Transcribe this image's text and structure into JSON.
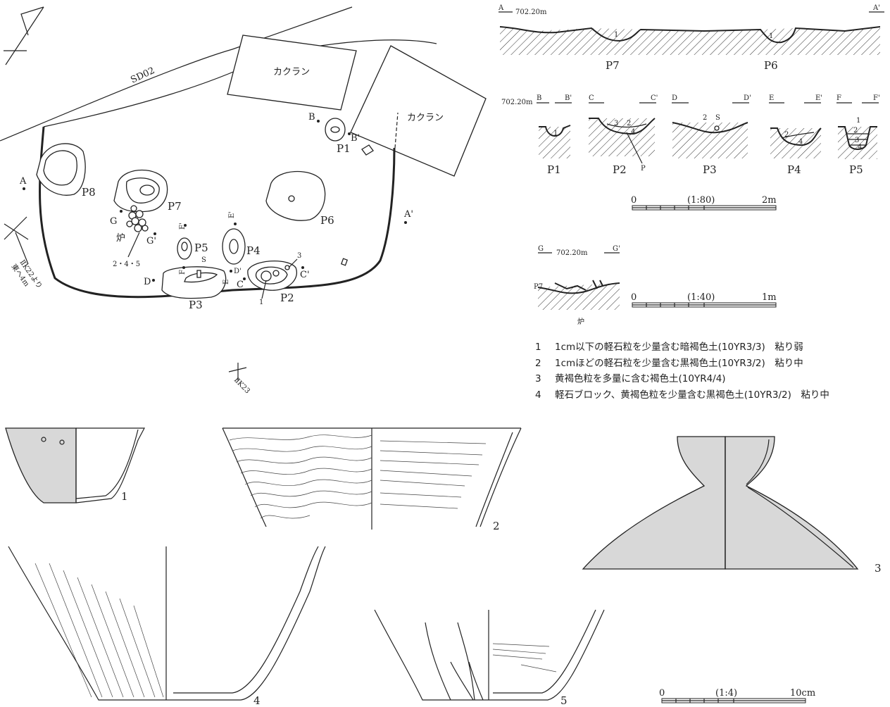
{
  "plan": {
    "ditch": "SD02",
    "disturbance_1": "カクラン",
    "disturbance_2": "カクラン",
    "grid_1_line1": "ⅡK22より",
    "grid_1_line2": "東へ4m",
    "grid_2": "ⅡK23",
    "hearth": "炉",
    "hearth_items": "2・4・5",
    "pits": [
      "P8",
      "P7",
      "P6",
      "P5",
      "P4",
      "P3",
      "P2",
      "P1"
    ],
    "points": {
      "A": "A",
      "A2": "A'",
      "B": "B",
      "B2": "B'",
      "C": "C",
      "C2": "C'",
      "D": "D",
      "D2": "D'",
      "E": "E",
      "E2": "E'",
      "F": "F",
      "F2": "F'",
      "G": "G",
      "G2": "G'"
    },
    "find_1": "1",
    "find_3": "3",
    "find_s": "S"
  },
  "section_AA": {
    "left": "A",
    "right": "A'",
    "elev": "702.20m",
    "layer_left": "1",
    "layer_right": "1",
    "pit_left": "P7",
    "pit_right": "P6"
  },
  "sections_small": {
    "elev": "702.20m",
    "items": [
      {
        "a": "B",
        "b": "B'",
        "pit": "P1",
        "layers": [
          "1"
        ]
      },
      {
        "a": "C",
        "b": "C'",
        "pit": "P2",
        "layers": [
          "3",
          "2",
          "4",
          "P"
        ]
      },
      {
        "a": "D",
        "b": "D'",
        "pit": "P3",
        "layers": [
          "2",
          "S"
        ]
      },
      {
        "a": "E",
        "b": "E'",
        "pit": "P4",
        "layers": [
          "2",
          "4"
        ]
      },
      {
        "a": "F",
        "b": "F'",
        "pit": "P5",
        "layers": [
          "1",
          "2",
          "3",
          "4"
        ]
      }
    ]
  },
  "scale_80": {
    "zero": "0",
    "ratio": "(1:80)",
    "end": "2m"
  },
  "section_GG": {
    "a": "G",
    "b": "G'",
    "elev": "702.20m",
    "pit": "P7",
    "caption": "炉"
  },
  "scale_40": {
    "zero": "0",
    "ratio": "(1:40)",
    "end": "1m"
  },
  "legend": [
    {
      "num": "1",
      "text": "1cm以下の軽石粒を少量含む暗褐色土(10YR3/3)　粘り弱"
    },
    {
      "num": "2",
      "text": "1cmほどの軽石粒を少量含む黒褐色土(10YR3/2)　粘り中"
    },
    {
      "num": "3",
      "text": "黄褐色粒を多量に含む褐色土(10YR4/4)"
    },
    {
      "num": "4",
      "text": "軽石ブロック、黄褐色粒を少量含む黒褐色土(10YR3/2)　粘り中"
    }
  ],
  "pottery": {
    "n1": "1",
    "n2": "2",
    "n3": "3",
    "n4": "4",
    "n5": "5"
  },
  "scale_4": {
    "zero": "0",
    "ratio": "(1:4)",
    "end": "10cm"
  }
}
